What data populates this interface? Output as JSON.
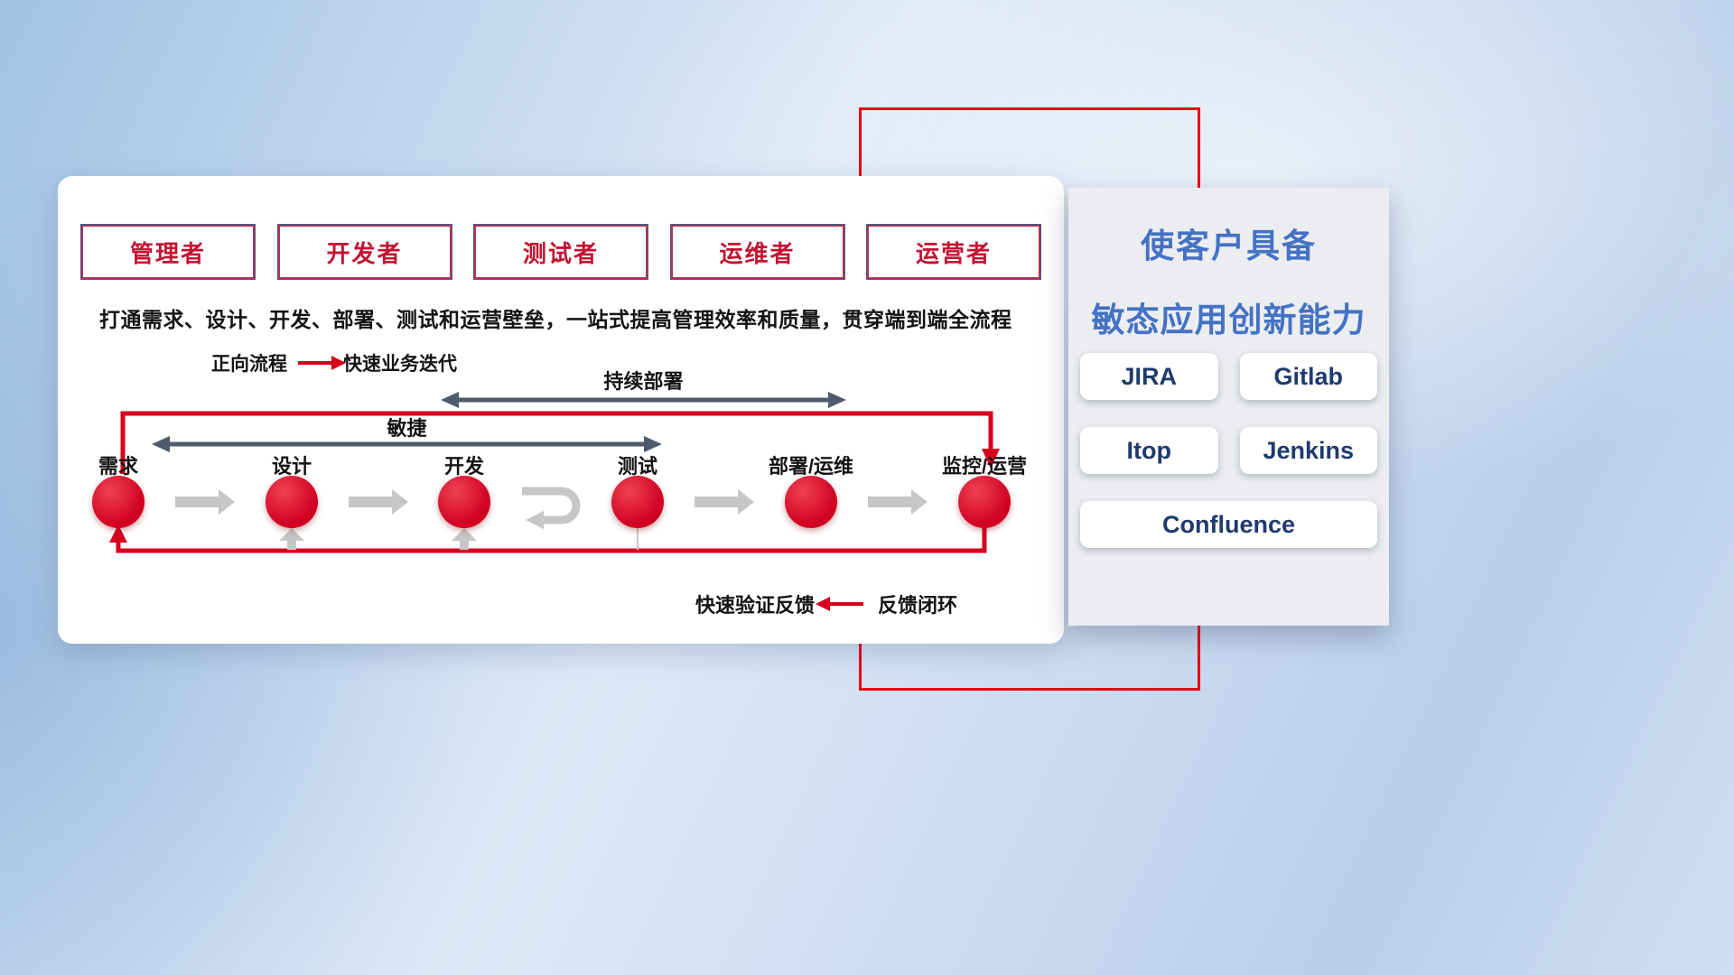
{
  "colors": {
    "accent_red": "#d6001c",
    "frame_red": "#e60014",
    "arrow_dark": "#4e5b6d",
    "arrow_silver": "#c6c6c6",
    "title_blue": "#4472c4",
    "tool_text_navy": "#1f3a6e"
  },
  "roles": [
    "管理者",
    "开发者",
    "测试者",
    "运维者",
    "运营者"
  ],
  "flow": {
    "subtitle": "打通需求、设计、开发、部署、测试和运营壁垒，一站式提高管理效率和质量，贯穿端到端全流程",
    "forward_legend_label": "正向流程",
    "forward_legend_desc": "快速业务迭代",
    "continuous_deploy_label": "持续部署",
    "agile_label": "敏捷",
    "feedback_desc": "快速验证反馈",
    "feedback_label": "反馈闭环",
    "nodes": [
      "需求",
      "设计",
      "开发",
      "测试",
      "部署/运维",
      "监控/运营"
    ]
  },
  "panel": {
    "title_line1": "使客户具备",
    "title_line2": "敏态应用创新能力",
    "tools": [
      "JIRA",
      "Gitlab",
      "Itop",
      "Jenkins",
      "Confluence"
    ]
  }
}
